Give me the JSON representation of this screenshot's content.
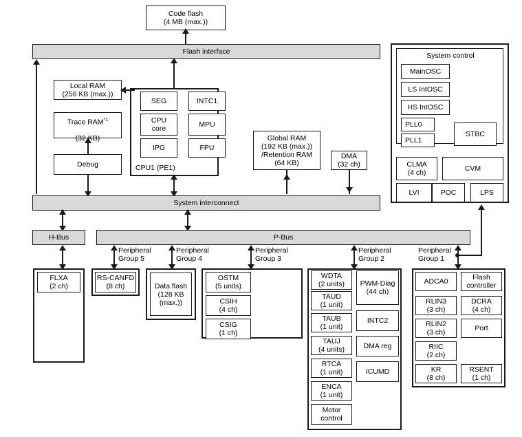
{
  "diagram": {
    "title": "MCU block diagram",
    "colors": {
      "bus_fill": "#d9d9d9",
      "line": "#1a1a1a",
      "box_fill": "#ffffff"
    }
  },
  "top": {
    "code_flash": "Code flash\n(4 MB (max.))",
    "flash_interface": "Flash interface"
  },
  "cpu_area": {
    "local_ram": "Local RAM\n(256 KB (max.))",
    "trace_ram": "Trace RAM",
    "trace_ram_note": "*1",
    "trace_ram_size": "(32 KB)",
    "debug": "Debug",
    "cpu_title": "CPU1 (PE1)",
    "cpu_units": [
      {
        "label": "SEG"
      },
      {
        "label": "INTC1"
      },
      {
        "label": "CPU\ncore"
      },
      {
        "label": "MPU"
      },
      {
        "label": "IPG"
      },
      {
        "label": "FPU"
      }
    ],
    "global_ram": "Global RAM\n(192 KB (max.))\n/Retention RAM\n(64 KB)",
    "dma": "DMA\n(32 ch)"
  },
  "system_control": {
    "title": "System control",
    "clocks": [
      {
        "label": "MainOSC"
      },
      {
        "label": "LS IntOSC"
      },
      {
        "label": "HS IntOSC"
      },
      {
        "label": "PLL0"
      },
      {
        "label": "PLL1"
      }
    ],
    "stbc": "STBC",
    "monitors": [
      {
        "label": "CLMA\n(4 ch)"
      },
      {
        "label": "CVM"
      }
    ],
    "supply": [
      {
        "label": "LVI"
      },
      {
        "label": "POC"
      },
      {
        "label": "LPS"
      }
    ]
  },
  "buses": {
    "system_interconnect": "System interconnect",
    "h_bus": "H-Bus",
    "p_bus": "P-Bus",
    "group_labels": [
      {
        "label": "Peripheral\nGroup 5"
      },
      {
        "label": "Peripheral\nGroup 4"
      },
      {
        "label": "Peripheral\nGroup 3"
      },
      {
        "label": "Peripheral\nGroup 2"
      },
      {
        "label": "Peripheral\nGroup 1"
      }
    ]
  },
  "peripherals": {
    "hbus_block": {
      "label": "FLXA\n(2 ch)"
    },
    "group5": [
      {
        "label": "RS-CANFD\n(8 ch)"
      }
    ],
    "group4": [
      {
        "label": "Data flash\n(128 KB\n(max.))"
      }
    ],
    "group3": [
      {
        "label": "OSTM\n(5 units)"
      },
      {
        "label": "CSIH\n(4 ch)"
      },
      {
        "label": "CSIG\n(1 ch)"
      }
    ],
    "group2_left": [
      {
        "label": "WDTA\n(2 units)"
      },
      {
        "label": "TAUD\n(1 unit)"
      },
      {
        "label": "TAUB\n(1 unit)"
      },
      {
        "label": "TAUJ\n(4 units)"
      },
      {
        "label": "RTCA\n(1 unit)"
      },
      {
        "label": "ENCA\n(1 unit)"
      },
      {
        "label": "Motor\ncontrol"
      }
    ],
    "group2_right": [
      {
        "label": "PWM-Diag\n(44 ch)"
      },
      {
        "label": "INTC2"
      },
      {
        "label": "DMA reg"
      },
      {
        "label": "ICUMD"
      }
    ],
    "group1_left": [
      {
        "label": "ADCA0"
      },
      {
        "label": "RLIN3\n(3 ch)"
      },
      {
        "label": "RLIN2\n(3 ch)"
      },
      {
        "label": "RIIC\n(2 ch)"
      },
      {
        "label": "KR\n(8 ch)"
      }
    ],
    "group1_right": [
      {
        "label": "Flash\ncontroller"
      },
      {
        "label": "DCRA\n(4 ch)"
      },
      {
        "label": "Port"
      },
      {
        "label": "RSENT\n(1 ch)"
      }
    ]
  }
}
